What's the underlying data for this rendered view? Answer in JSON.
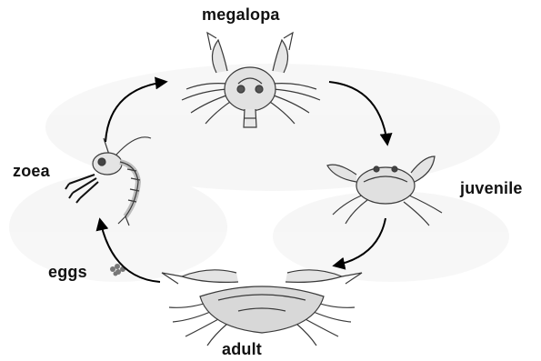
{
  "stages": {
    "megalopa": "megalopa",
    "zoea": "zoea",
    "juvenile": "juvenile",
    "eggs": "eggs",
    "adult": "adult"
  },
  "colors": {
    "line": "#3a3a3a",
    "arrow": "#000000",
    "fill": "#dcdcdc",
    "shadow": "#eeeeee"
  }
}
